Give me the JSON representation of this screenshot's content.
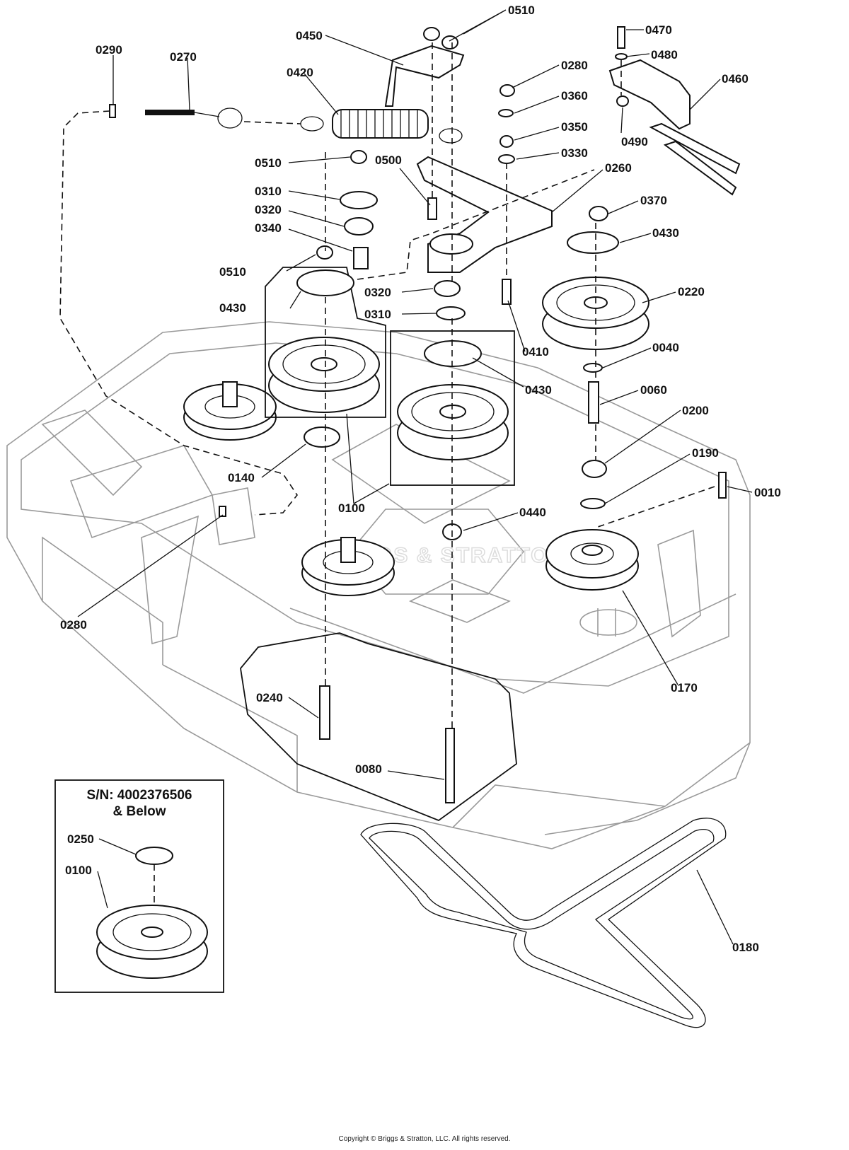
{
  "inset": {
    "line1": "S/N: 4002376506",
    "line2": "& Below"
  },
  "watermark": "BRIGGS & STRATTON",
  "copyright": "Copyright © Briggs & Stratton, LLC. All rights reserved.",
  "parts": {
    "p0010": "0010",
    "p0040": "0040",
    "p0060": "0060",
    "p0080": "0080",
    "p0100": "0100",
    "p0100b": "0100",
    "p0140": "0140",
    "p0170": "0170",
    "p0180": "0180",
    "p0190": "0190",
    "p0200": "0200",
    "p0220": "0220",
    "p0240": "0240",
    "p0250": "0250",
    "p0260": "0260",
    "p0270": "0270",
    "p0280": "0280",
    "p0280b": "0280",
    "p0290": "0290",
    "p0310": "0310",
    "p0310b": "0310",
    "p0320": "0320",
    "p0320b": "0320",
    "p0330": "0330",
    "p0340": "0340",
    "p0350": "0350",
    "p0360": "0360",
    "p0370": "0370",
    "p0410": "0410",
    "p0420": "0420",
    "p0430": "0430",
    "p0430b": "0430",
    "p0430c": "0430",
    "p0440": "0440",
    "p0450": "0450",
    "p0460": "0460",
    "p0470": "0470",
    "p0480": "0480",
    "p0490": "0490",
    "p0500": "0500",
    "p0510": "0510",
    "p0510b": "0510",
    "p0510c": "0510"
  }
}
